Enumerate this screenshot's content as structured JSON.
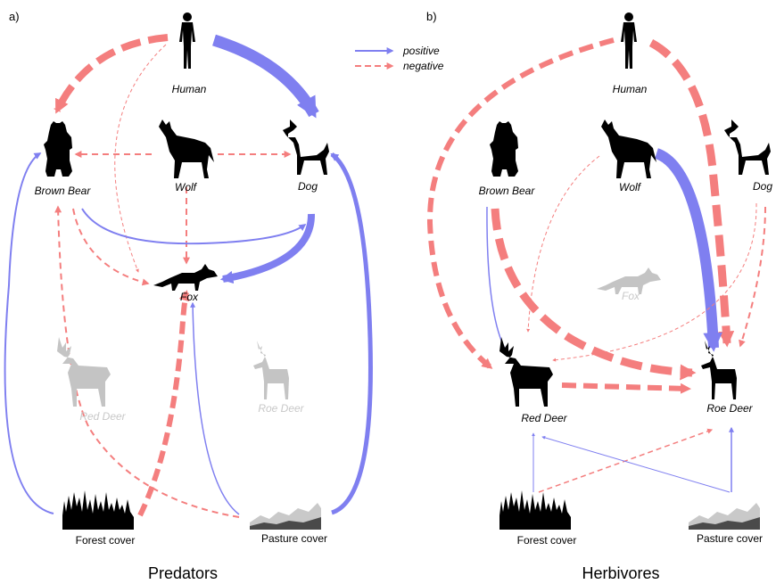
{
  "panels": {
    "a": {
      "letter": "a)",
      "caption": "Predators"
    },
    "b": {
      "letter": "b)",
      "caption": "Herbivores"
    }
  },
  "legend": {
    "positive": "positive",
    "negative": "negative"
  },
  "labels": {
    "human": "Human",
    "brown_bear": "Brown Bear",
    "wolf": "Wolf",
    "dog": "Dog",
    "fox": "Fox",
    "red_deer": "Red Deer",
    "roe_deer": "Roe Deer",
    "forest_cover": "Forest cover",
    "pasture_cover": "Pasture cover"
  },
  "colors": {
    "positive": "#7f7ff0",
    "negative": "#f47e7e",
    "faded": "#c4c4c4"
  }
}
